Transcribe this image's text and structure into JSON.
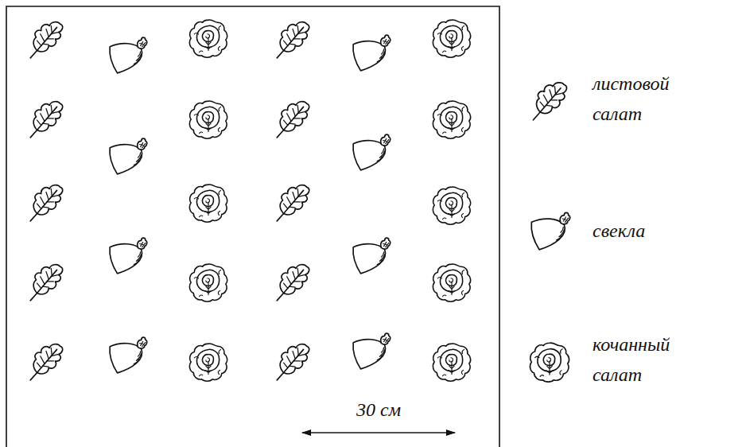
{
  "diagram": {
    "labels": [
      "30 см"
    ],
    "legend": [
      {
        "text": "листовой салат"
      },
      {
        "text": "свекла"
      },
      {
        "text": "кочанный салат"
      }
    ]
  }
}
